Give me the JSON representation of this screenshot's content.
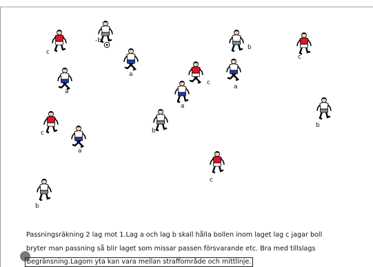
{
  "diagram": {
    "labels": {
      "team_a": "a",
      "team_b": "b",
      "team_c": "c",
      "ball_holder": "-b"
    },
    "colors": {
      "team_a_shirt": "#ffffff",
      "team_a_shorts": "#1f3fae",
      "team_b_shirt": "#ffffff",
      "team_b_shorts": "#8c8c8c",
      "team_c_shirt": "#e0142c",
      "team_c_shorts": "#ffffff",
      "outline": "#000000",
      "frame": "#9a9a9a"
    }
  },
  "description": {
    "line1": "Passningsräkning 2 lag mot 1.Lag a och lag b skall hålla bollen inom laget lag c jagar boll",
    "line2": "bryter man passning så blir laget som missar passen försvarande etc. Bra med tillslags",
    "line3": "begränsning.Lagom yta kan vara mellan straffområde och mittlinje."
  }
}
